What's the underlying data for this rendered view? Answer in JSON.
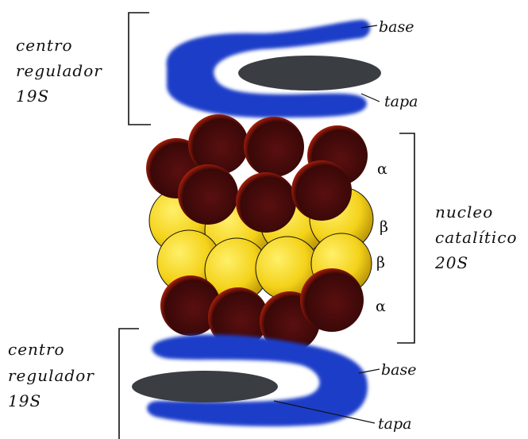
{
  "diagram": {
    "top_regulator": {
      "label_lines": [
        "centro",
        "regulador",
        "19S"
      ],
      "base_label": "base",
      "lid_label": "tapa"
    },
    "core": {
      "label_lines": [
        "nucleo",
        "catalítico",
        "20S"
      ],
      "rings": [
        "α",
        "β",
        "β",
        "α"
      ]
    },
    "bottom_regulator": {
      "label_lines": [
        "centro",
        "regulador",
        "19S"
      ],
      "base_label": "base",
      "lid_label": "tapa"
    },
    "colors": {
      "base": "#1a3ec8",
      "lid": "#3a3d42",
      "alpha_subunit": "#4a0c0c",
      "alpha_rim": "#e0320f",
      "beta_subunit": "#f4d21a"
    }
  }
}
